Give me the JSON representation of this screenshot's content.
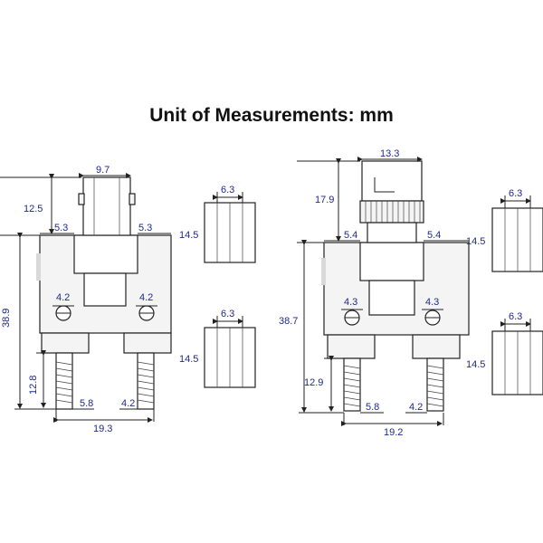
{
  "title": "Unit of Measurements: mm",
  "left_connector": {
    "top_width": "9.7",
    "top_height": "12.5",
    "shoulder_left": "5.3",
    "shoulder_right": "5.3",
    "total_height": "38.9",
    "hole_left": "4.2",
    "hole_right": "4.2",
    "pin_height": "12.8",
    "pin_width": "5.8",
    "pin_gap": "4.2",
    "pin_span": "19.3"
  },
  "right_connector": {
    "top_width": "13.3",
    "top_height": "17.9",
    "shoulder_left": "5.4",
    "shoulder_right": "5.4",
    "total_height": "38.7",
    "hole_left": "4.3",
    "hole_right": "4.3",
    "pin_height": "12.9",
    "pin_width": "5.8",
    "pin_gap": "4.2",
    "pin_span": "19.2"
  },
  "blocks": {
    "b1_width": "6.3",
    "b1_height": "14.5",
    "b2_width": "6.3",
    "b2_height": "14.5",
    "b3_width": "6.3",
    "b3_height": "14.5",
    "b4_width": "6.3",
    "b4_height": "14.5"
  }
}
